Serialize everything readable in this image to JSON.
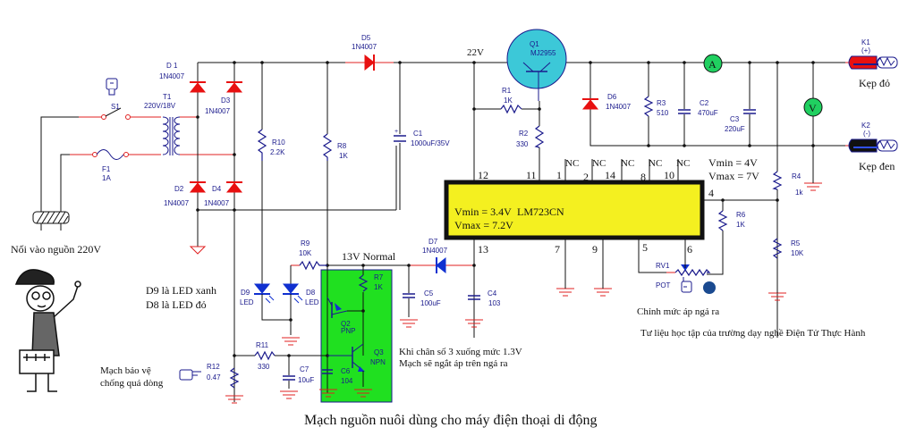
{
  "title": "Mạch nguồn nuôi dùng cho máy điện thoại di động",
  "source_note": "Tư liệu học tập của trường dạy nghề Điện Tử Thực Hành",
  "mains_label": "Nối vào nguồn 220V",
  "components": {
    "S1": {
      "ref": "S1"
    },
    "F1": {
      "ref": "F1",
      "value": "1A"
    },
    "T1": {
      "ref": "T1",
      "value": "220V/18V"
    },
    "D1": {
      "ref": "D 1",
      "value": "1N4007"
    },
    "D2": {
      "ref": "D2",
      "value": "1N4007"
    },
    "D3": {
      "ref": "D3",
      "value": "1N4007"
    },
    "D4": {
      "ref": "D4",
      "value": "1N4007"
    },
    "D5": {
      "ref": "D5",
      "value": "1N4007"
    },
    "D6": {
      "ref": "D6",
      "value": "1N4007"
    },
    "D7": {
      "ref": "D7",
      "value": "1N4007"
    },
    "D8": {
      "ref": "D8",
      "value": "LED"
    },
    "D9": {
      "ref": "D9",
      "value": "LED"
    },
    "R1": {
      "ref": "R1",
      "value": "1K"
    },
    "R2": {
      "ref": "R2",
      "value": "330"
    },
    "R3": {
      "ref": "R3",
      "value": "510"
    },
    "R4": {
      "ref": "R4",
      "value": "1k"
    },
    "R5": {
      "ref": "R5",
      "value": "10K"
    },
    "R6": {
      "ref": "R6",
      "value": "1K"
    },
    "R7": {
      "ref": "R7",
      "value": "1K"
    },
    "R8": {
      "ref": "R8",
      "value": "1K"
    },
    "R9": {
      "ref": "R9",
      "value": "10K"
    },
    "R10": {
      "ref": "R10",
      "value": "2.2K"
    },
    "R11": {
      "ref": "R11",
      "value": "330"
    },
    "R12": {
      "ref": "R12",
      "value": "0.47"
    },
    "C1": {
      "ref": "C1",
      "value": "1000uF/35V"
    },
    "C2": {
      "ref": "C2",
      "value": "470uF"
    },
    "C3": {
      "ref": "C3",
      "value": "220uF"
    },
    "C4": {
      "ref": "C4",
      "value": "103"
    },
    "C5": {
      "ref": "C5",
      "value": "100uF"
    },
    "C6": {
      "ref": "C6",
      "value": "104"
    },
    "C7": {
      "ref": "C7",
      "value": "10uF"
    },
    "Q1": {
      "ref": "Q1",
      "value": "MJ2955"
    },
    "Q2": {
      "ref": "Q2",
      "value": "PNP"
    },
    "Q3": {
      "ref": "Q3",
      "value": "NPN"
    },
    "RV1": {
      "ref": "RV1",
      "value": "POT"
    },
    "K1": {
      "ref": "K1",
      "polarity": "(+)",
      "label": "Kẹp đỏ"
    },
    "K2": {
      "ref": "K2",
      "polarity": "(-)",
      "label": "Kẹp đen"
    },
    "ammeter": "A",
    "voltmeter": "V"
  },
  "ic": {
    "name": "LM723CN",
    "vmin": "Vmin = 3.4V",
    "vmax": "Vmax = 7.2V",
    "pins_top": [
      "12",
      "11",
      "1",
      "2",
      "14",
      "8",
      "10"
    ],
    "nc_label": "NC",
    "pin4": "4",
    "pins_bottom": [
      "13",
      "7",
      "9",
      "5",
      "6"
    ]
  },
  "annotations": {
    "v22": "22V",
    "v13": "13V Normal",
    "out_vmin": "Vmin = 4V",
    "out_vmax": "Vmax = 7V",
    "led_note1": "D9 là LED xanh",
    "led_note2": "D8 là LED đỏ",
    "protect1": "Mạch bảo vệ",
    "protect2": "chống quá dòng",
    "pin3_note1": "Khi chân số 3 xuống mức 1.3V",
    "pin3_note2": "Mạch sẽ ngắt áp trên ngả ra",
    "pot_note": "Chỉnh mức áp ngả ra"
  }
}
